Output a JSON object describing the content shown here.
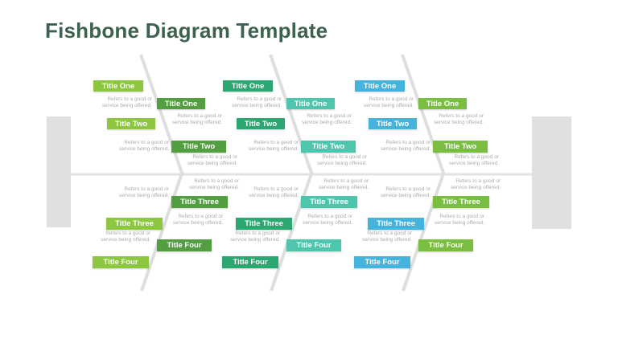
{
  "slide": {
    "title": "Fishbone Diagram Template"
  },
  "colors": {
    "heading": "#3E6250",
    "skeleton": "#E0E0E0",
    "description_text": "#ACACAC",
    "background": "#FFFFFF"
  },
  "columns": [
    {
      "position": "left",
      "left_color": "#8DC63F",
      "right_color": "#529E40",
      "top": [
        {
          "side": "left",
          "label": "Title One",
          "desc": "Refers to a good or service being offered."
        },
        {
          "side": "right",
          "label": "Title One",
          "desc": "Refers to a good or service being offered."
        },
        {
          "side": "left",
          "label": "Title Two",
          "desc": "Refers to a good or service being offered."
        },
        {
          "side": "right",
          "label": "Title Two",
          "desc": "Refers to a good or service being offered."
        }
      ],
      "bottom": [
        {
          "side": "right",
          "label": "Title Three",
          "desc": "Refers to a good or service being offered."
        },
        {
          "side": "left",
          "label": "Title Three",
          "desc": "Refers to a good or service being offered."
        },
        {
          "side": "right",
          "label": "Title Four",
          "desc": "Refers to a good or service being offered."
        },
        {
          "side": "left",
          "label": "Title Four",
          "desc": "Refers to a good or service being offered."
        }
      ]
    },
    {
      "position": "center",
      "left_color": "#2BA771",
      "right_color": "#4DC6AD",
      "top": [
        {
          "side": "left",
          "label": "Title One",
          "desc": "Refers to a good or service being offered."
        },
        {
          "side": "right",
          "label": "Title One",
          "desc": "Refers to a good or service being offered."
        },
        {
          "side": "left",
          "label": "Title Two",
          "desc": "Refers to a good or service being offered."
        },
        {
          "side": "right",
          "label": "Title Two",
          "desc": "Refers to a good or service being offered."
        }
      ],
      "bottom": [
        {
          "side": "right",
          "label": "Title Three",
          "desc": "Refers to a good or service being offered."
        },
        {
          "side": "left",
          "label": "Title Three",
          "desc": "Refers to a good or service being offered."
        },
        {
          "side": "right",
          "label": "Title Four",
          "desc": "Refers to a good or service being offered."
        },
        {
          "side": "left",
          "label": "Title Four",
          "desc": "Refers to a good or service being offered."
        }
      ]
    },
    {
      "position": "right",
      "left_color": "#45B4DD",
      "right_color": "#79BE41",
      "top": [
        {
          "side": "left",
          "label": "Title One",
          "desc": "Refers to a good or service being offered."
        },
        {
          "side": "right",
          "label": "Title One",
          "desc": "Refers to a good or service being offered."
        },
        {
          "side": "left",
          "label": "Title Two",
          "desc": "Refers to a good or service being offered."
        },
        {
          "side": "right",
          "label": "Title Two",
          "desc": "Refers to a good or service being offered."
        }
      ],
      "bottom": [
        {
          "side": "right",
          "label": "Title Three",
          "desc": "Refers to a good or service being offered."
        },
        {
          "side": "left",
          "label": "Title Three",
          "desc": "Refers to a good or service being offered."
        },
        {
          "side": "right",
          "label": "Title Four",
          "desc": "Refers to a good or service being offered."
        },
        {
          "side": "left",
          "label": "Title Four",
          "desc": "Refers to a good or service being offered."
        }
      ]
    }
  ]
}
